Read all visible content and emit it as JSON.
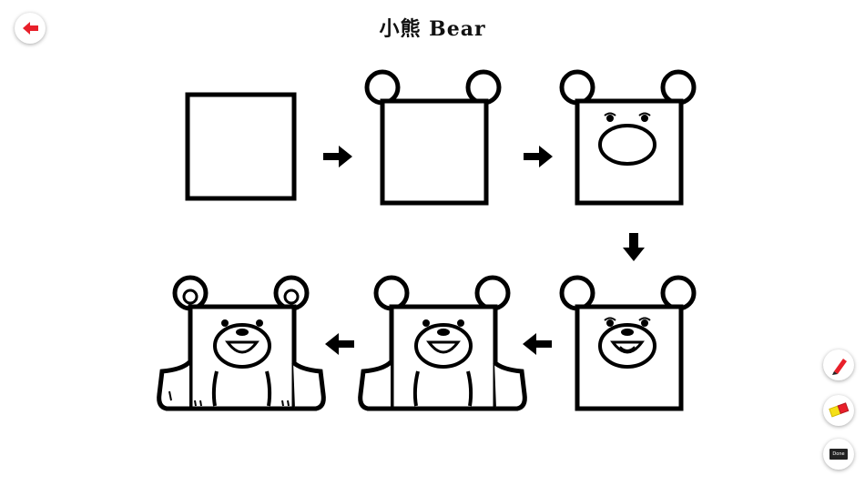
{
  "header": {
    "title": "小熊 Bear"
  },
  "steps": [
    {
      "step": 1,
      "part": "square"
    },
    {
      "step": 2,
      "part": "ears"
    },
    {
      "step": 3,
      "part": "eyes-and-muzzle"
    },
    {
      "step": 4,
      "part": "nose-and-mouth"
    },
    {
      "step": 5,
      "part": "arms-and-legs"
    },
    {
      "step": 6,
      "part": "inner-ears-and-claws"
    }
  ],
  "toolbar": {
    "back_icon": "arrow-left-icon",
    "pen_icon": "pen-icon",
    "eraser_icon": "eraser-icon",
    "done_label": "Done"
  },
  "colors": {
    "accent": "#e8202a",
    "ink": "#000000",
    "eraser": "#f5e017"
  }
}
